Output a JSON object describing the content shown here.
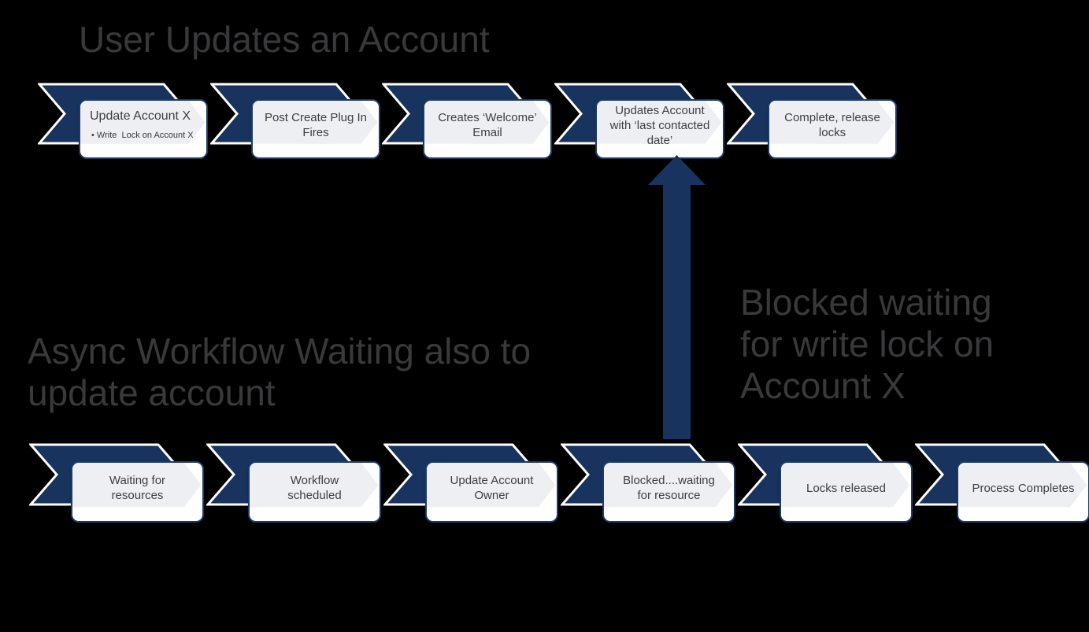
{
  "colors": {
    "background": "#000000",
    "chevron_navy": "#17335e",
    "chevron_outline": "#ffffff",
    "box_fill": "#ffffff",
    "box_border": "#1d3b69",
    "box_watermark": "#edeff2",
    "heading_text": "#39393b",
    "box_text": "#3e3e41"
  },
  "icons": {
    "chevron_shape": "right-chevron-arrow",
    "blocked_arrow_shape": "up-arrow"
  },
  "top_flow": {
    "title": "User Updates an Account",
    "steps": [
      {
        "label": "Update Account X",
        "bullet": "Write  Lock on Account X"
      },
      {
        "label": "Post Create Plug In\nFires"
      },
      {
        "label": "Creates ‘Welcome’\nEmail"
      },
      {
        "label": "Updates Account\nwith ‘last contacted\ndate’"
      },
      {
        "label": "Complete, release\nlocks"
      }
    ]
  },
  "bottom_flow": {
    "title": "Async Workflow Waiting also to\nupdate account",
    "steps": [
      {
        "label": "Waiting for\nresources"
      },
      {
        "label": "Workflow\nscheduled"
      },
      {
        "label": "Update Account\nOwner"
      },
      {
        "label": "Blocked....waiting\nfor resource"
      },
      {
        "label": "Locks released"
      },
      {
        "label": "Process Completes"
      }
    ]
  },
  "annotation": {
    "text": "Blocked waiting\nfor write lock on\nAccount X"
  }
}
